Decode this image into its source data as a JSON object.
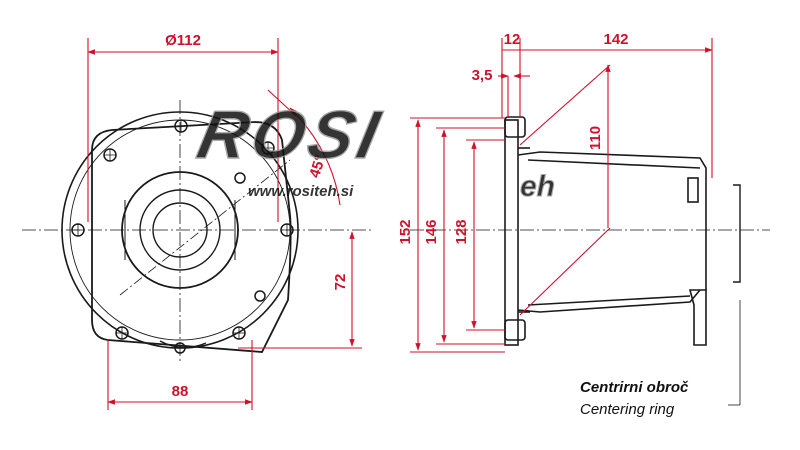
{
  "dimensions": {
    "d112": "Ø112",
    "d88": "88",
    "d72": "72",
    "angle45": "45°",
    "d12": "12",
    "d142": "142",
    "d3_5": "3,5",
    "d110": "110",
    "d152": "152",
    "d146": "146",
    "d128": "128"
  },
  "watermark": {
    "brand": "ROSI",
    "url": "www.rositeh.si",
    "suffix": "eh"
  },
  "caption": {
    "slovenian": "Centrirni obroč",
    "english": "Centering ring"
  },
  "colors": {
    "dimension": "#d0112b",
    "drawing": "#1a1a1a"
  }
}
